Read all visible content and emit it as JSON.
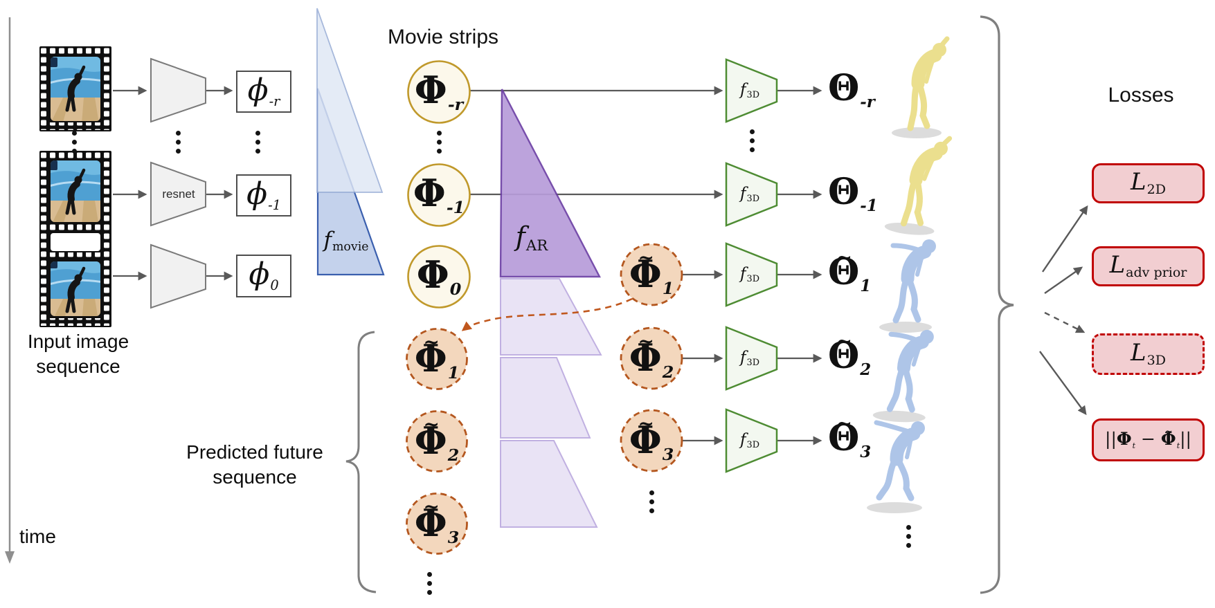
{
  "title": {
    "movie_strips": "Movie strips",
    "losses": "Losses"
  },
  "axis": {
    "time_label": "time"
  },
  "labels": {
    "input_sequence": "Input image\nsequence",
    "predicted_sequence": "Predicted future\nsequence",
    "resnet": "resnet",
    "f_movie": {
      "base": "f",
      "sub": "movie"
    },
    "f_ar": {
      "base": "f",
      "sub": "AR"
    },
    "f_3d": {
      "base": "f",
      "sub": "3D"
    }
  },
  "phi_boxes": [
    {
      "base": "ϕ",
      "sub": "-r"
    },
    {
      "base": "ϕ",
      "sub": "-1"
    },
    {
      "base": "ϕ",
      "sub": "0"
    }
  ],
  "movie_circles": [
    {
      "tilde": "",
      "base": "Φ",
      "sub": "-r"
    },
    {
      "tilde": "",
      "base": "Φ",
      "sub": "-1"
    },
    {
      "tilde": "",
      "base": "Φ",
      "sub": "0"
    }
  ],
  "predicted_left": [
    {
      "tilde": "~",
      "base": "Φ",
      "sub": "1"
    },
    {
      "tilde": "~",
      "base": "Φ",
      "sub": "2"
    },
    {
      "tilde": "~",
      "base": "Φ",
      "sub": "3"
    }
  ],
  "predicted_right": [
    {
      "tilde": "~",
      "base": "Φ",
      "sub": "1"
    },
    {
      "tilde": "~",
      "base": "Φ",
      "sub": "2"
    },
    {
      "tilde": "~",
      "base": "Φ",
      "sub": "3"
    }
  ],
  "thetas": [
    {
      "tilde": "",
      "base": "Θ",
      "sub": "-r"
    },
    {
      "tilde": "",
      "base": "Θ",
      "sub": "-1"
    },
    {
      "tilde": "~",
      "base": "Θ",
      "sub": "1"
    },
    {
      "tilde": "~",
      "base": "Θ",
      "sub": "2"
    },
    {
      "tilde": "~",
      "base": "Θ",
      "sub": "3"
    }
  ],
  "losses": [
    {
      "base": "L",
      "sub": "2D"
    },
    {
      "base": "L",
      "sub": "adv prior"
    },
    {
      "base": "L",
      "sub": "3D"
    }
  ],
  "norm_box": {
    "open": "||",
    "phi_a": "Φ",
    "sub_a": "t",
    "minus": " − ",
    "tilde_b": "~",
    "phi_b": "Φ",
    "sub_b": "t",
    "close": "||"
  },
  "colors": {
    "movie_circle_border": "#C0992B",
    "movie_circle_fill": "#FCF8EB",
    "pred_circle_border": "#B4571F",
    "pred_circle_fill": "#F3D7BD",
    "f_movie_fill": "#C4D2EC",
    "f_movie_stroke": "#3A5FAE",
    "f_movie_light_fill": "#DFE7F5",
    "f_movie_light_stroke": "#93A9D4",
    "f_ar_fill": "#B79CDA",
    "f_ar_stroke": "#6C3FA4",
    "f_ar_light_fill": "#E7E0F4",
    "f_ar_light_stroke": "#BAA8DE",
    "f_3d_fill": "#F3F8F0",
    "f_3d_stroke": "#4E8C33",
    "loss_fill": "#F2CED1",
    "loss_border": "#C00000",
    "encoder_fill": "#F1F1F1",
    "encoder_stroke": "#7A7A7A",
    "enc_box_border": "#4D4D4D",
    "arrow": "#595959",
    "brace": "#7F7F7F",
    "orange_arrow": "#C0571D",
    "human_past": "#EBDF8E",
    "human_future": "#AEC5E8",
    "film": "#0F0F0F"
  }
}
